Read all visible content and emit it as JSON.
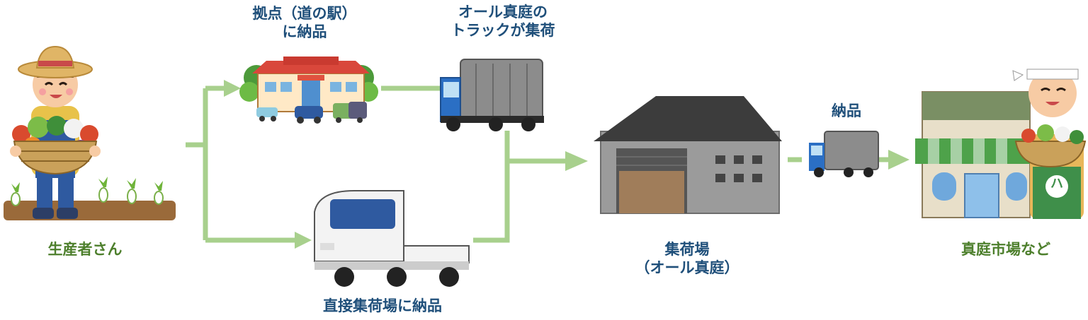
{
  "labels": {
    "producer": "生産者さん",
    "station_line1": "拠点（道の駅）",
    "station_line2": "に納品",
    "truck_line1": "オール真庭の",
    "truck_line2": "トラックが集荷",
    "direct": "直接集荷場に納品",
    "warehouse_line1": "集荷場",
    "warehouse_line2": "（オール真庭）",
    "deliver": "納品",
    "market": "真庭市場など",
    "apron_mark": "ハ"
  },
  "colors": {
    "arrow": "#a8d08d",
    "label_blue": "#1f4f7a",
    "label_green": "#4d7f2c"
  }
}
